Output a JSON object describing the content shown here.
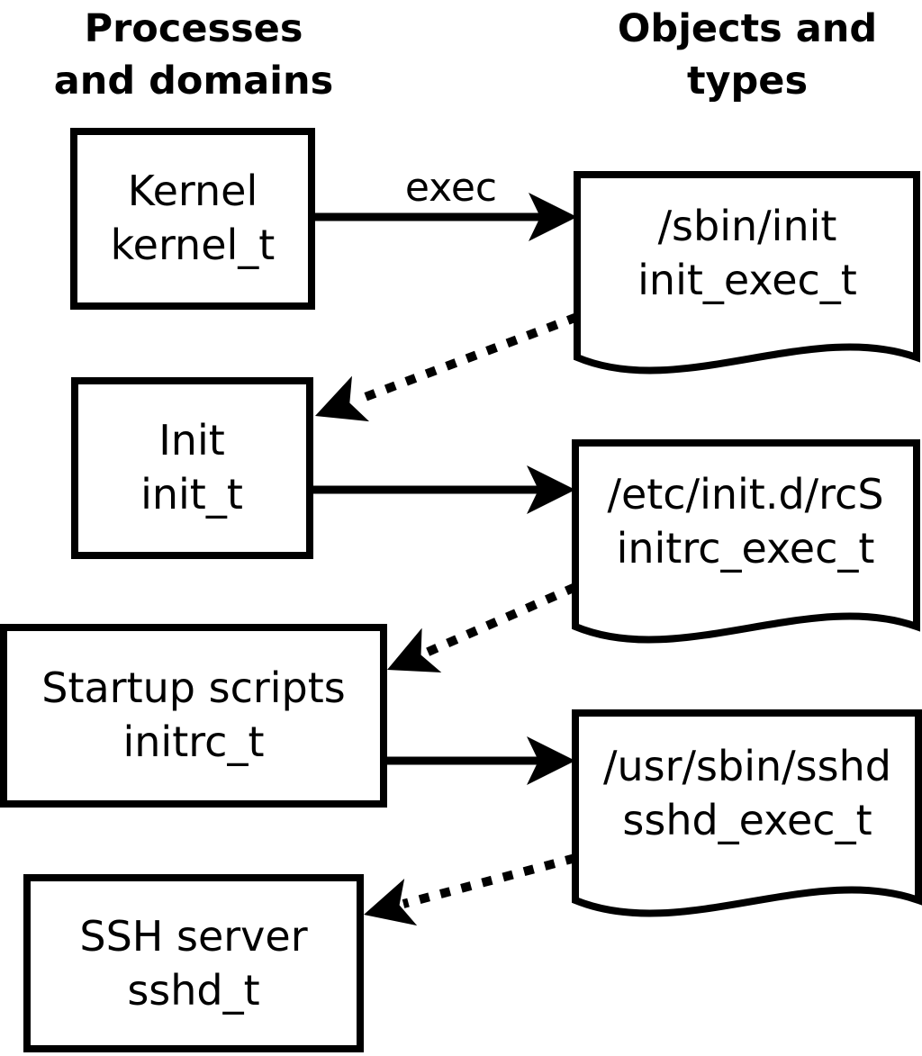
{
  "diagram": {
    "headers": {
      "left": {
        "line1": "Processes",
        "line2": "and domains"
      },
      "right": {
        "line1": "Objects and",
        "line2": "types"
      }
    },
    "processes": [
      {
        "name": "Kernel",
        "type": "kernel_t"
      },
      {
        "name": "Init",
        "type": "init_t"
      },
      {
        "name": "Startup scripts",
        "type": "initrc_t"
      },
      {
        "name": "SSH server",
        "type": "sshd_t"
      }
    ],
    "objects": [
      {
        "path": "/sbin/init",
        "type": "init_exec_t"
      },
      {
        "path": "/etc/init.d/rcS",
        "type": "initrc_exec_t"
      },
      {
        "path": "/usr/sbin/sshd",
        "type": "sshd_exec_t"
      }
    ],
    "edge_labels": {
      "exec": "exec"
    },
    "colors": {
      "ink": "#000000",
      "background": "#ffffff"
    }
  }
}
